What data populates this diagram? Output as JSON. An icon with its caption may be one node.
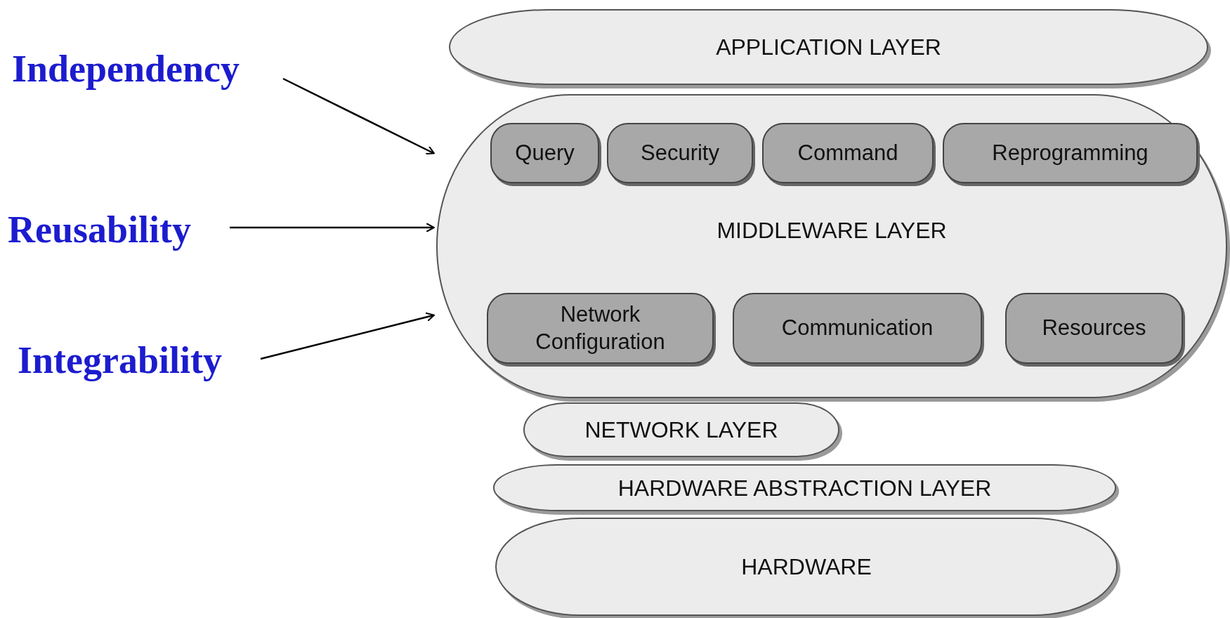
{
  "diagram": {
    "nodes": [
      {
        "text": [
          "Independency"
        ]
      },
      {
        "text": [
          "Reusability"
        ]
      },
      {
        "text": [
          "Integrability"
        ]
      },
      {
        "text": [
          "APPLICATION LAYER"
        ]
      },
      {
        "text": [
          "MIDDLEWARE LAYER"
        ]
      },
      {
        "text": [
          "Query"
        ],
        "in": 4
      },
      {
        "text": [
          "Security"
        ],
        "in": 4
      },
      {
        "text": [
          "Command"
        ],
        "in": 4
      },
      {
        "text": [
          "Reprogramming"
        ],
        "in": 4
      },
      {
        "text": [
          "Network Configuration"
        ],
        "in": 4
      },
      {
        "text": [
          "Communication"
        ],
        "in": 4
      },
      {
        "text": [
          "Resources"
        ],
        "in": 4
      },
      {
        "text": [
          "NETWORK LAYER"
        ]
      },
      {
        "text": [
          "HARDWARE ABSTRACTION LAYER"
        ]
      },
      {
        "text": [
          "HARDWARE"
        ]
      }
    ],
    "edges": [
      {
        "from": 0,
        "to": 4,
        "arrow": "to"
      },
      {
        "from": 1,
        "to": 4,
        "arrow": "to"
      },
      {
        "from": 2,
        "to": 4,
        "arrow": "to"
      }
    ]
  }
}
